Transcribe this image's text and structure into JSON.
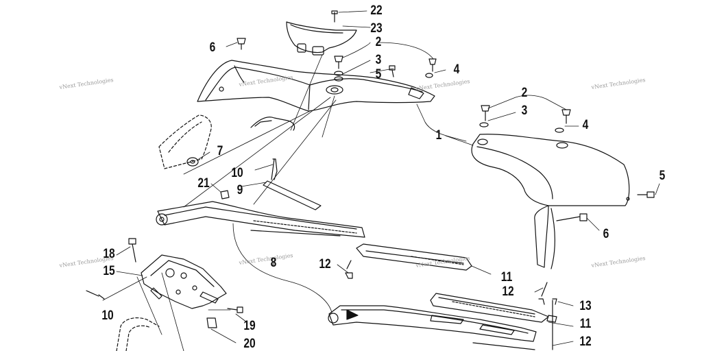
{
  "watermark": {
    "text": "vNext Technologies",
    "color": "#9a9a9a"
  },
  "colors": {
    "line": "#111111",
    "background": "#ffffff"
  },
  "callouts": {
    "c22": "22",
    "c23": "23",
    "c6a": "6",
    "c2a": "2",
    "c3a": "3",
    "c5a": "5",
    "c4a": "4",
    "c7": "7",
    "c10a": "10",
    "c9": "9",
    "c21": "21",
    "c2b": "2",
    "c3b": "3",
    "c4b": "4",
    "c1": "1",
    "c5b": "5",
    "c6b": "6",
    "c18": "18",
    "c15": "15",
    "c10b": "10",
    "c19": "19",
    "c20": "20",
    "c8": "8",
    "c12a": "12",
    "c11a": "11",
    "c12b": "12",
    "c13": "13",
    "c11b": "11",
    "c12c": "12"
  }
}
